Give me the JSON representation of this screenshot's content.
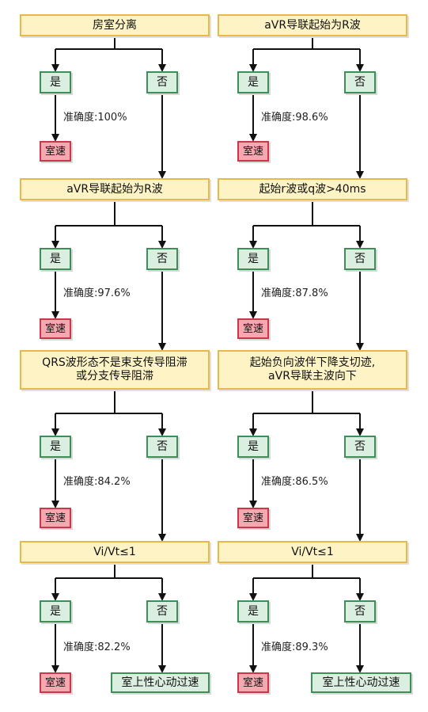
{
  "yes_label": "是",
  "no_label": "否",
  "vt_label": "室速",
  "svt_label": "室上性心动过速",
  "columns": [
    {
      "steps": [
        {
          "condition": "房室分离",
          "accuracy": "准确度:100%"
        },
        {
          "condition": "aVR导联起始为R波",
          "accuracy": "准确度:97.6%"
        },
        {
          "condition": "QRS波形态不是束支传导阻滞\n或分支传导阻滞",
          "accuracy": "准确度:84.2%"
        },
        {
          "condition": "Vi/Vt≤1",
          "accuracy": "准确度:82.2%"
        }
      ]
    },
    {
      "steps": [
        {
          "condition": "aVR导联起始为R波",
          "accuracy": "准确度:98.6%"
        },
        {
          "condition": "起始r波或q波>40ms",
          "accuracy": "准确度:87.8%"
        },
        {
          "condition": "起始负向波伴下降支切迹,\naVR导联主波向下",
          "accuracy": "准确度:86.5%"
        },
        {
          "condition": "Vi/Vt≤1",
          "accuracy": "准确度:89.3%"
        }
      ]
    }
  ],
  "colors": {
    "condition_fill": "#fdf3c4",
    "condition_border": "#e8b84a",
    "yes_no_fill": "#dbefe1",
    "yes_no_border": "#3d8f58",
    "vt_fill": "#f6a8b0",
    "vt_border": "#c8384a",
    "line": "#111111"
  }
}
